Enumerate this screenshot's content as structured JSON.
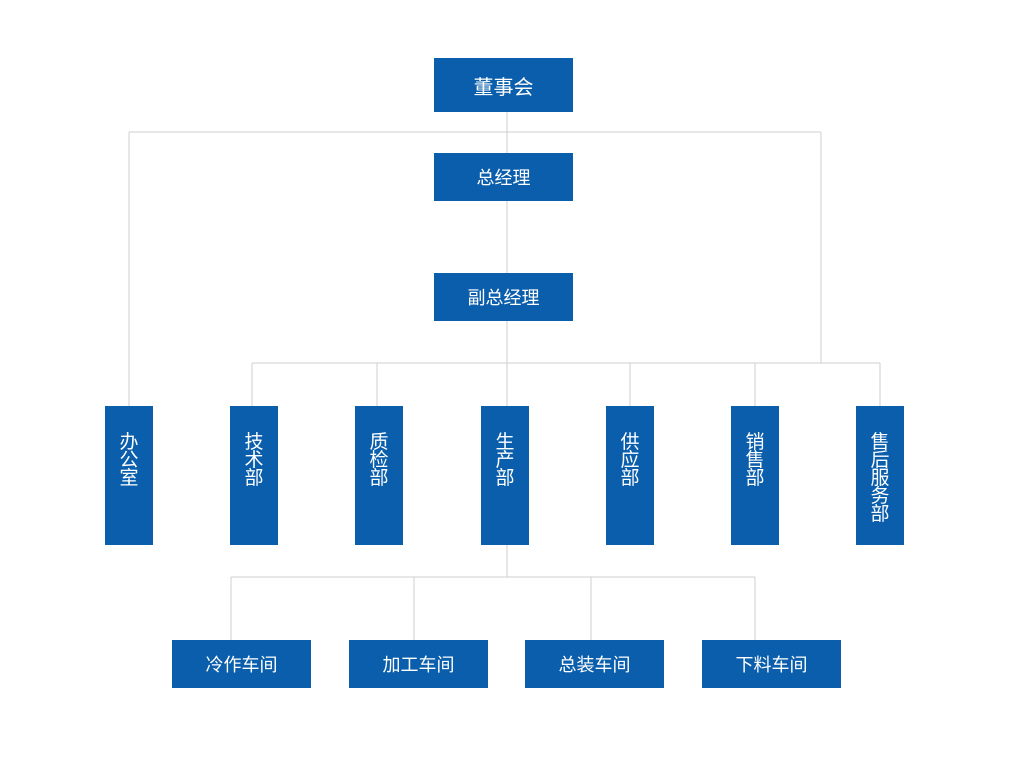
{
  "chart": {
    "board": "董事会",
    "general_manager": "总经理",
    "deputy_manager": "副总经理",
    "departments": [
      {
        "label": "办公室"
      },
      {
        "label": "技术部"
      },
      {
        "label": "质检部"
      },
      {
        "label": "生产部"
      },
      {
        "label": "供应部"
      },
      {
        "label": "销售部"
      },
      {
        "label": "售后服务部"
      }
    ],
    "workshops": [
      {
        "label": "冷作车间"
      },
      {
        "label": "加工车间"
      },
      {
        "label": "总装车间"
      },
      {
        "label": "下料车间"
      }
    ]
  },
  "colors": {
    "node_fill": "#0a5eab",
    "node_text": "#ffffff",
    "connector": "#cfcfcf"
  }
}
